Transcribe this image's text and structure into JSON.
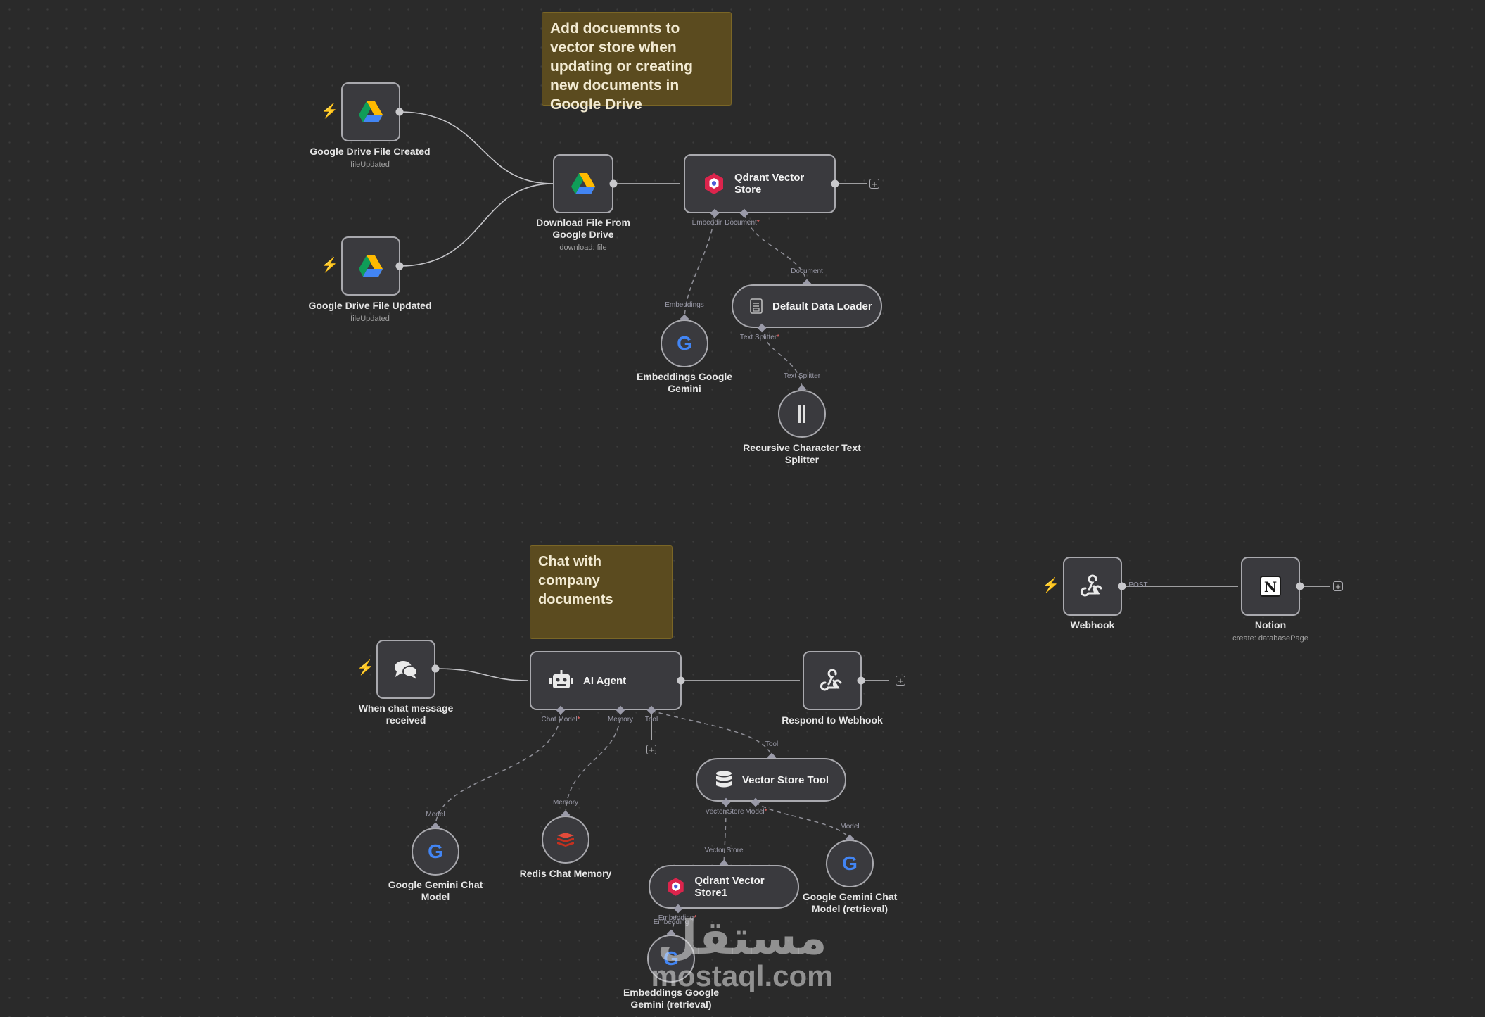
{
  "sticky_notes": {
    "ingest": "Add docuemnts to vector store when updating or creating new documents in Google Drive",
    "chat": "Chat with company documents"
  },
  "nodes": {
    "gdrive_created": {
      "name": "Google Drive File Created",
      "sub": "fileUpdated",
      "icon": "google-drive-icon"
    },
    "gdrive_updated": {
      "name": "Google Drive File Updated",
      "sub": "fileUpdated",
      "icon": "google-drive-icon"
    },
    "download": {
      "name": "Download File From Google Drive",
      "sub": "download: file",
      "icon": "google-drive-icon"
    },
    "qdrant": {
      "name": "Qdrant Vector Store",
      "icon": "qdrant-icon"
    },
    "data_loader": {
      "name": "Default Data Loader",
      "icon": "document-icon"
    },
    "embed_gemini": {
      "name": "Embeddings Google Gemini",
      "icon": "google-icon"
    },
    "splitter": {
      "name": "Recursive Character Text Splitter",
      "icon": "splitter-icon"
    },
    "webhook": {
      "name": "Webhook",
      "icon": "webhook-icon"
    },
    "notion": {
      "name": "Notion",
      "sub": "create: databasePage",
      "icon": "notion-icon"
    },
    "chat_trigger": {
      "name": "When chat message received",
      "icon": "chat-bubbles-icon"
    },
    "ai_agent": {
      "name": "AI Agent",
      "icon": "robot-icon"
    },
    "respond": {
      "name": "Respond to Webhook",
      "icon": "webhook-icon"
    },
    "vector_tool": {
      "name": "Vector Store Tool",
      "icon": "database-icon"
    },
    "gemini_chat": {
      "name": "Google Gemini Chat Model",
      "icon": "google-icon"
    },
    "redis": {
      "name": "Redis Chat Memory",
      "icon": "redis-icon"
    },
    "qdrant1": {
      "name": "Qdrant Vector Store1",
      "icon": "qdrant-icon"
    },
    "gemini_chat_ret": {
      "name": "Google Gemini Chat Model (retrieval)",
      "icon": "google-icon"
    },
    "embed_ret": {
      "name": "Embeddings Google Gemini (retrieval)",
      "icon": "google-icon"
    }
  },
  "ports": {
    "embedding": "Embeddir",
    "document": "Document",
    "req": "*",
    "document_in": "Document",
    "embeddings_in": "Embeddings",
    "text_splitter_out": "Text Splitter",
    "text_splitter_in": "Text Splitter",
    "post": "POST",
    "chat_model": "Chat Model",
    "memory": "Memory",
    "tool": "Tool",
    "tool_in": "Tool",
    "model_in": "Model",
    "memory_in": "Memory",
    "vector_store_out": "Vector Store",
    "model_out": "Model",
    "vector_store_in": "Vector Store",
    "model_in2": "Model",
    "embedding_out": "Embedding",
    "embedding_in": "Embedding"
  },
  "watermark": {
    "arabic": "مستقل",
    "latin": "mostaql.com"
  },
  "colors": {
    "canvas": "#2a2a2a",
    "node": "#3a3a3e",
    "sticky": "#5b4b1f",
    "trigger": "#ff6a4d",
    "required": "#ff6d6d"
  }
}
